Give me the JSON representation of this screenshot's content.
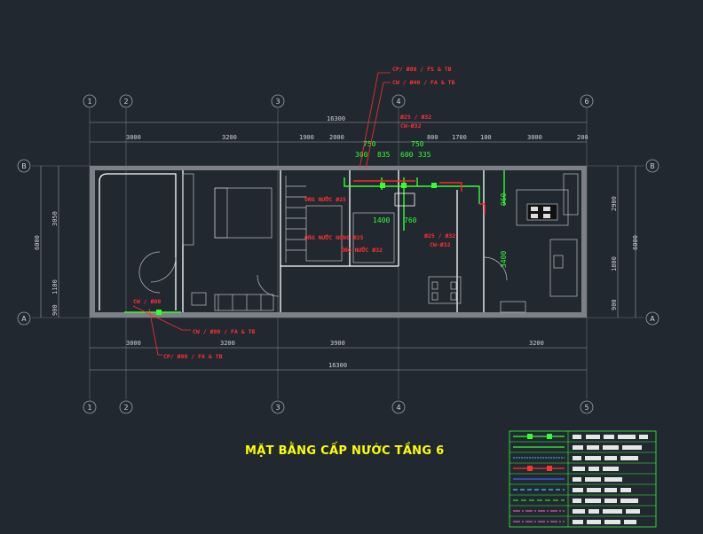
{
  "title": "MẶT BẰNG CẤP NƯỚC TẦNG 6",
  "colors": {
    "background": "#212830",
    "title": "#ffff00",
    "red_label": "#ff3030",
    "pipe": "#33ff33"
  },
  "axes": {
    "top": [
      "1",
      "2",
      "3",
      "4",
      "6"
    ],
    "bottom": [
      "1",
      "2",
      "3",
      "4",
      "5"
    ],
    "left": [
      "B",
      "A"
    ],
    "right": [
      "B",
      "A"
    ]
  },
  "dims": {
    "top_total": "16300",
    "top_parts": [
      "3000",
      "3200",
      "1900",
      "2000",
      "750",
      "800",
      "1700",
      "100",
      "3000",
      "200"
    ],
    "top_small": [
      "750",
      "750",
      "300",
      "835",
      "600",
      "335"
    ],
    "bottom_parts": [
      "3000",
      "3200",
      "3900",
      "3200"
    ],
    "bottom_total": "16300",
    "left_parts": [
      "3050",
      "1100",
      "900"
    ],
    "left_total": "6000",
    "right_parts": [
      "2900",
      "1800",
      "900"
    ],
    "right_total": "6000",
    "inner": [
      "1400",
      "760",
      "960",
      "3400"
    ]
  },
  "labels": {
    "cp_top": "CP/ Ø80 / FS & TB",
    "cw_top": "CW / Ø40 / FA & TB",
    "mid_1": "Ø25 / Ø32",
    "mid_2": "CW-Ø32",
    "left_room": "ỐNG NƯỚC Ø25",
    "center_1": "ỐNG NƯỚC NÓNG Ø25",
    "center_2": "ỐNG NƯỚC Ø32",
    "right_1": "Ø25 / Ø32",
    "right_2": "CW-Ø32",
    "cw_left": "CW / Ø80",
    "cw_left_2": "CW / Ø80 / FA & TB",
    "cp_bottom": "CP/ Ø80 / FA & TB"
  }
}
